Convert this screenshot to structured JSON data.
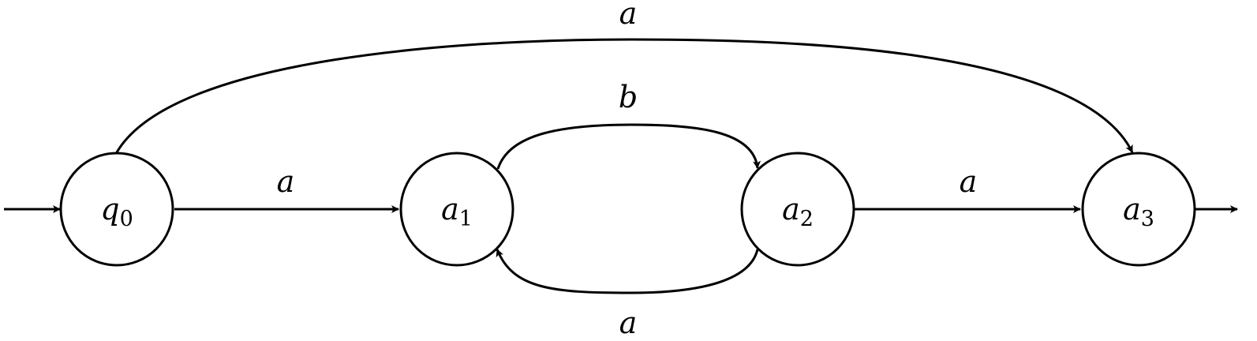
{
  "automaton": {
    "states": [
      {
        "id": "q0",
        "letter": "q",
        "subscript": "0"
      },
      {
        "id": "a1",
        "letter": "a",
        "subscript": "1"
      },
      {
        "id": "a2",
        "letter": "a",
        "subscript": "2"
      },
      {
        "id": "a3",
        "letter": "a",
        "subscript": "3"
      }
    ],
    "transitions": [
      {
        "from": "q0",
        "to": "a1",
        "label": "a"
      },
      {
        "from": "a1",
        "to": "a2",
        "label": "b"
      },
      {
        "from": "a2",
        "to": "a1",
        "label": "a"
      },
      {
        "from": "a2",
        "to": "a3",
        "label": "a"
      },
      {
        "from": "q0",
        "to": "a3",
        "label": "a"
      }
    ],
    "initial_state": "q0",
    "final_state": "a3"
  }
}
